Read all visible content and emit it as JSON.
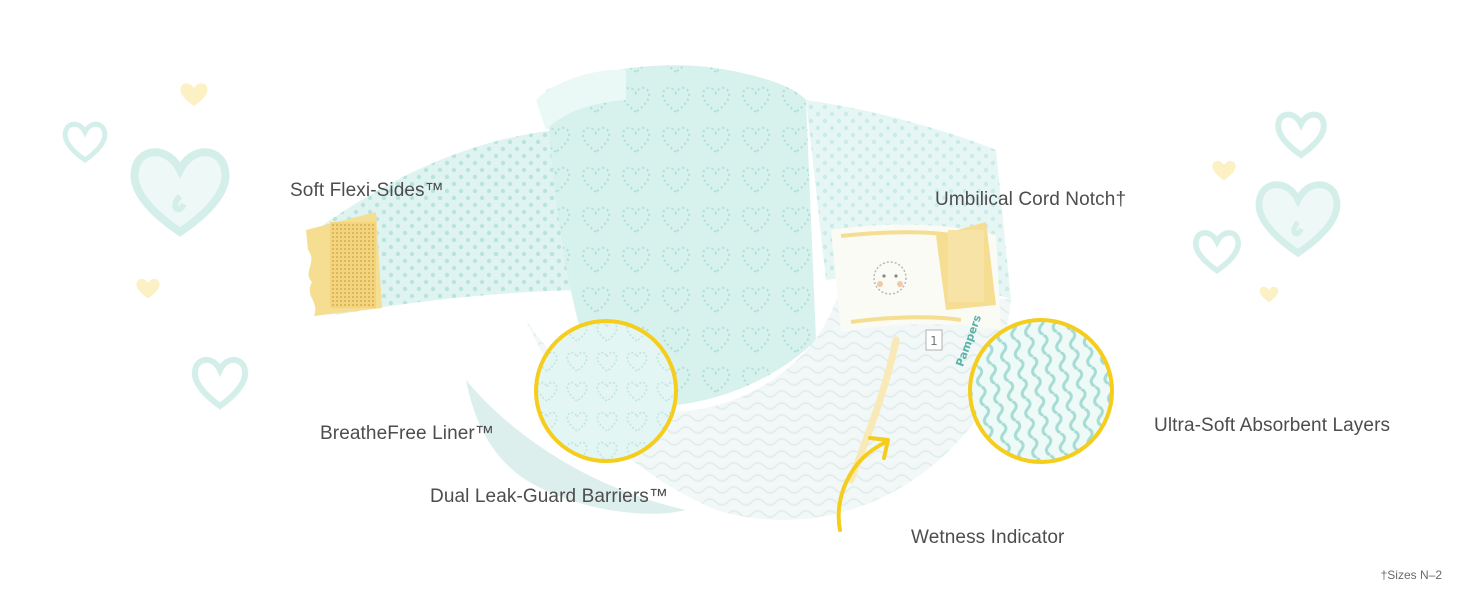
{
  "labels": {
    "soft_flexi_sides": "Soft Flexi-Sides™",
    "umbilical_cord_notch": "Umbilical Cord Notch†",
    "breathefree_liner": "BreatheFree Liner™",
    "dual_leak_guard": "Dual Leak-Guard Barriers™",
    "ultra_soft_layers": "Ultra-Soft Absorbent Layers",
    "wetness_indicator": "Wetness Indicator"
  },
  "footnote": "†Sizes N–2",
  "diaper": {
    "size_number": "1",
    "brand": "Pampers"
  },
  "colors": {
    "text": "#4d4d4d",
    "callout_ring": "#f5cd1c",
    "diaper_teal": "#d9f2ef",
    "diaper_teal_dark": "#9fd8d0",
    "tab_yellow": "#f3dc8f",
    "heart_outline": "#d4efea",
    "heart_yellow": "#fbf1c4"
  }
}
